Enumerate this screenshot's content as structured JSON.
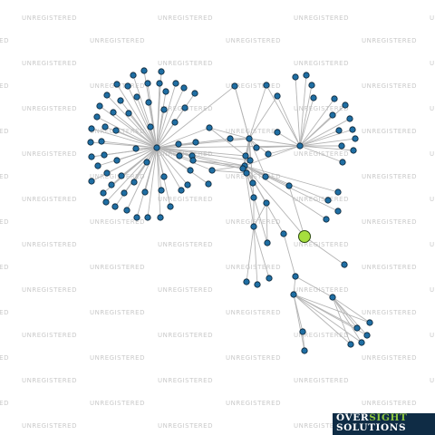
{
  "watermark": {
    "text": "UNREGISTERED"
  },
  "logo": {
    "word1": "OVER",
    "word2": "SIGHT",
    "word3": "SOLUTIONS"
  },
  "colors": {
    "node": "#1f6ea3",
    "highlight": "#a6de3e",
    "edge": "#b4b4b4",
    "watermark": "#c9c9c9",
    "logo_bg": "#0f2c45"
  },
  "graph": {
    "highlight_node": "Z"
  }
}
